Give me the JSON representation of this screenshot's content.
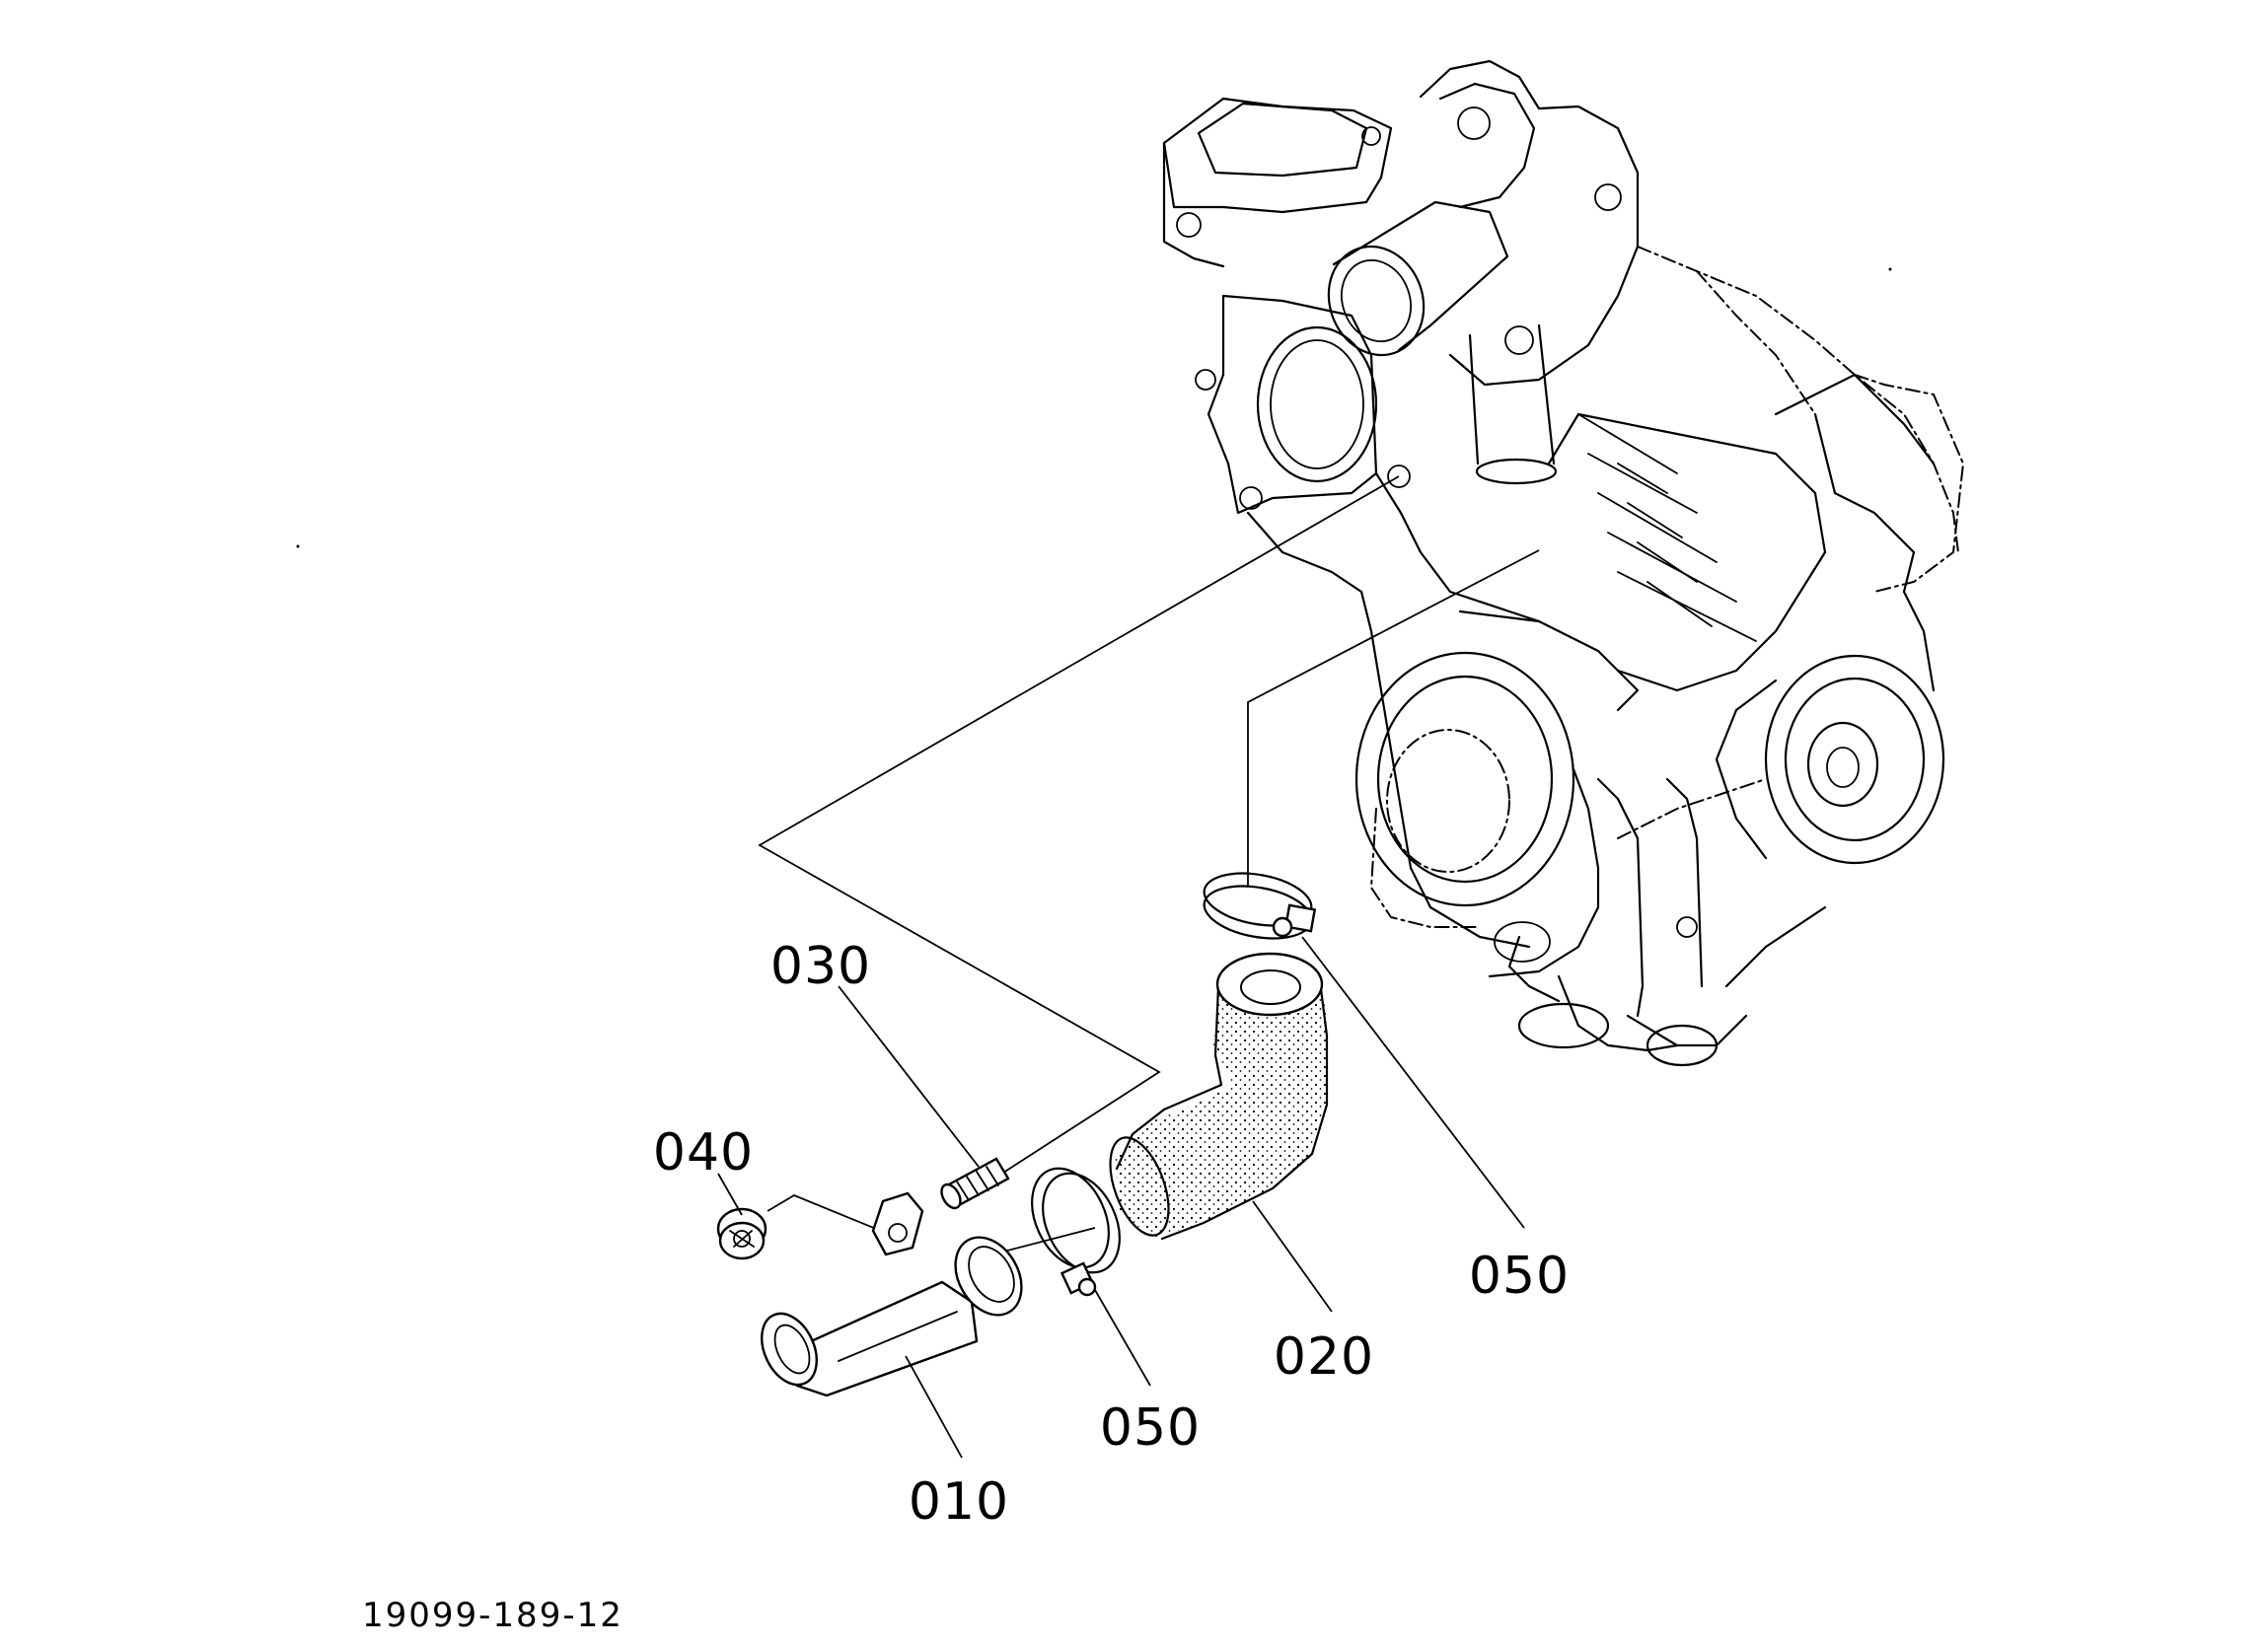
{
  "diagram": {
    "callouts": {
      "p010": "010",
      "p020": "020",
      "p030": "030",
      "p040": "040",
      "p050_upper": "050",
      "p050_lower": "050"
    },
    "reference_code": "19099-189-12"
  }
}
